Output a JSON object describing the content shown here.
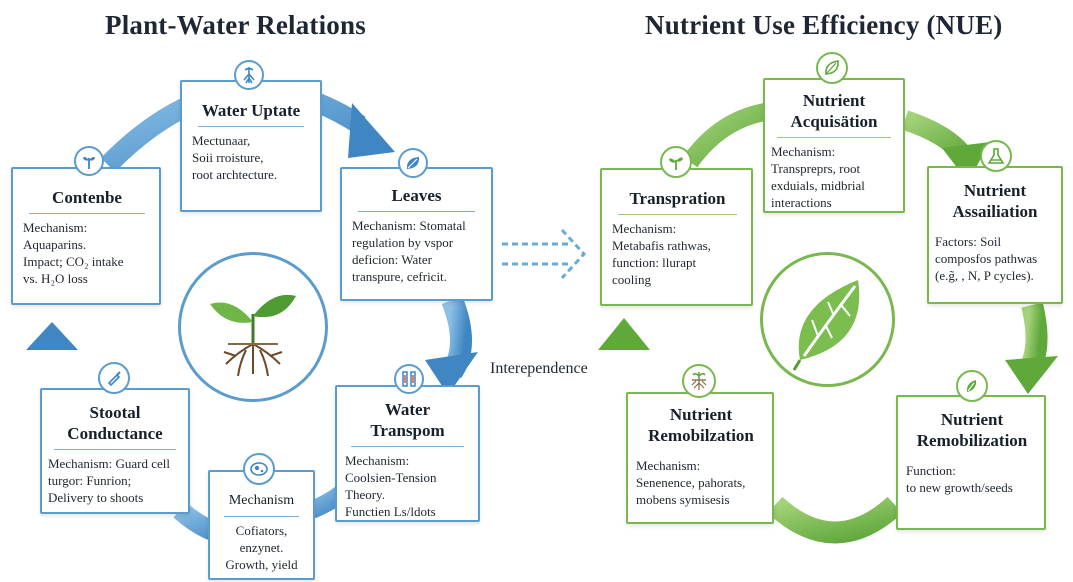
{
  "titles": {
    "left": "Plant-Water Relations",
    "right": "Nutrient Use Efficiency (NUE)"
  },
  "connector_label": "Interependence",
  "left_cycle": {
    "water_uptake": {
      "title": "Water Uptate",
      "body": "Mectunaar,\nSoii rroisture,\nroot archtecture.",
      "icon": "root-icon"
    },
    "leaves": {
      "title": "Leaves",
      "body": "Mechanism: Stomatal\nregulation by vspor\ndeficion: Water\ntranspure, cefricit.",
      "icon": "leaf-icon"
    },
    "water_transport": {
      "title": "Water\nTranspom",
      "body": "Mechanism:\nCoolsien-Tension Theory.\nFunctien Ls/ldots",
      "icon": "xylem-icon"
    },
    "mechanism": {
      "title": "Mechanism",
      "body": "Cofiators,\nenzynet.\nGrowth, yield",
      "icon": "cell-icon"
    },
    "stomatal_conductance": {
      "title": "Stootal\nConductance",
      "body": "Mechanism: Guard cell\nturgor: Funrion;\nDelivery to shoots",
      "icon": "pipette-icon"
    },
    "contenbe": {
      "title": "Contenbe",
      "body": "Mechanism:\nAquaparins.\nImpact; CO₂ intake\nvs. H₂O loss",
      "icon": "sprout-icon"
    },
    "center_icon": "seedling-roots-icon"
  },
  "right_cycle": {
    "nutrient_acquisition": {
      "title": "Nutrient\nAcquisätion",
      "body": "Mechanism:\nTranspreprs, root\nexduials, midbrial\ninteractions",
      "icon": "leaf-icon"
    },
    "nutrient_assimilation": {
      "title": "Nutrient\nAssailiation",
      "body": "Factors: Soil\ncomposfos pathwas\n(e.g̃, , N,  P cycles).",
      "icon": "flask-icon"
    },
    "nutrient_remob_right": {
      "title": "Nutrient\nRemobilization",
      "body": "Function:\nto new growth/seeds",
      "icon": "leaves-icon"
    },
    "nutrient_remob_left": {
      "title": "Nutrient\nRemobilzation",
      "body": "Mechanism:\nSenenence, pahorats,\nmobens symisesis",
      "icon": "roots-icon"
    },
    "transpiration": {
      "title": "Transpration",
      "body": "Mechanism:\nMetabafis rathwas,\nfunction: llurapt\ncooling",
      "icon": "sprout-icon"
    },
    "center_icon": "big-leaf-icon"
  },
  "colors": {
    "blue_accent": "#5a9ccd",
    "green_accent": "#78b84e",
    "dark_text": "#1e2733"
  }
}
